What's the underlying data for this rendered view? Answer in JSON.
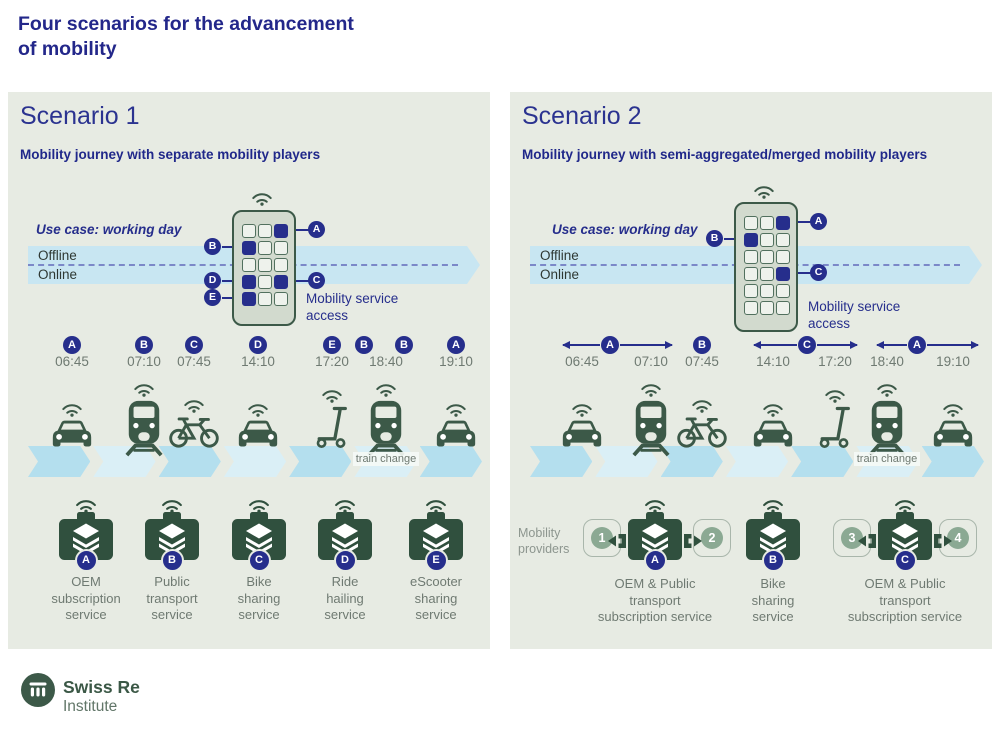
{
  "page": {
    "title_line1": "Four scenarios for the advancement",
    "title_line2": "of mobility"
  },
  "footer": {
    "brand": "Swiss Re",
    "division": "Institute"
  },
  "colors": {
    "navy": "#262e8c",
    "green": "#3c5948",
    "panel_bg": "#e7ebe3",
    "band_blue": "#c8e6f2",
    "chevron_dark": "#b4dfee",
    "chevron_light": "#daeff6"
  },
  "scenario1": {
    "heading": "Scenario 1",
    "subtitle": "Mobility journey with separate mobility players",
    "use_case": "Use case: working day",
    "offline": "Offline",
    "online": "Online",
    "access_label": "Mobility service access",
    "phone_apps": [
      {
        "label": "A",
        "position": "row1-right"
      },
      {
        "label": "B",
        "position": "row2-left"
      },
      {
        "label": "D",
        "position": "row4-left"
      },
      {
        "label": "C",
        "position": "row4-right"
      },
      {
        "label": "E",
        "position": "row5-left"
      }
    ],
    "times": [
      "06:45",
      "07:10",
      "07:45",
      "14:10",
      "17:20",
      "18:40",
      "19:10"
    ],
    "time_badges": [
      "A",
      "B",
      "C",
      "D",
      "E",
      "B",
      "B",
      "A"
    ],
    "vehicles": [
      "car",
      "train",
      "bike",
      "car",
      "scooter",
      "train",
      "car"
    ],
    "train_change": "train change",
    "services": [
      {
        "badge": "A",
        "line1": "OEM",
        "line2": "subscription",
        "line3": "service"
      },
      {
        "badge": "B",
        "line1": "Public",
        "line2": "transport",
        "line3": "service"
      },
      {
        "badge": "C",
        "line1": "Bike",
        "line2": "sharing",
        "line3": "service"
      },
      {
        "badge": "D",
        "line1": "Ride",
        "line2": "hailing",
        "line3": "service"
      },
      {
        "badge": "E",
        "line1": "eScooter",
        "line2": "sharing",
        "line3": "service"
      }
    ]
  },
  "scenario2": {
    "heading": "Scenario 2",
    "subtitle": "Mobility journey with semi-aggregated/merged mobility players",
    "use_case": "Use case: working day",
    "offline": "Offline",
    "online": "Online",
    "access_label": "Mobility service access",
    "phone_apps": [
      {
        "label": "A",
        "position": "row1-right"
      },
      {
        "label": "B",
        "position": "row2-left"
      },
      {
        "label": "C",
        "position": "row4-right"
      }
    ],
    "times": [
      "06:45",
      "07:10",
      "07:45",
      "14:10",
      "17:20",
      "18:40",
      "19:10"
    ],
    "time_groups": [
      {
        "badge": "A",
        "spans": [
          "06:45",
          "07:10"
        ],
        "arrows": true
      },
      {
        "badge": "B",
        "spans": [
          "07:45"
        ],
        "arrows": false
      },
      {
        "badge": "C",
        "spans": [
          "14:10",
          "17:20"
        ],
        "arrows": true
      },
      {
        "badge": "A",
        "spans": [
          "18:40",
          "19:10"
        ],
        "arrows": true
      }
    ],
    "vehicles": [
      "car",
      "train",
      "bike",
      "car",
      "scooter",
      "train",
      "car"
    ],
    "train_change": "train change",
    "providers_label": "Mobility providers",
    "provider_numbers": [
      "1",
      "2",
      "3",
      "4"
    ],
    "services": [
      {
        "badge": "A",
        "line1": "OEM & Public",
        "line2": "transport",
        "line3": "subscription service"
      },
      {
        "badge": "B",
        "line1": "Bike",
        "line2": "sharing",
        "line3": "service"
      },
      {
        "badge": "C",
        "line1": "OEM & Public",
        "line2": "transport",
        "line3": "subscription service"
      }
    ]
  }
}
